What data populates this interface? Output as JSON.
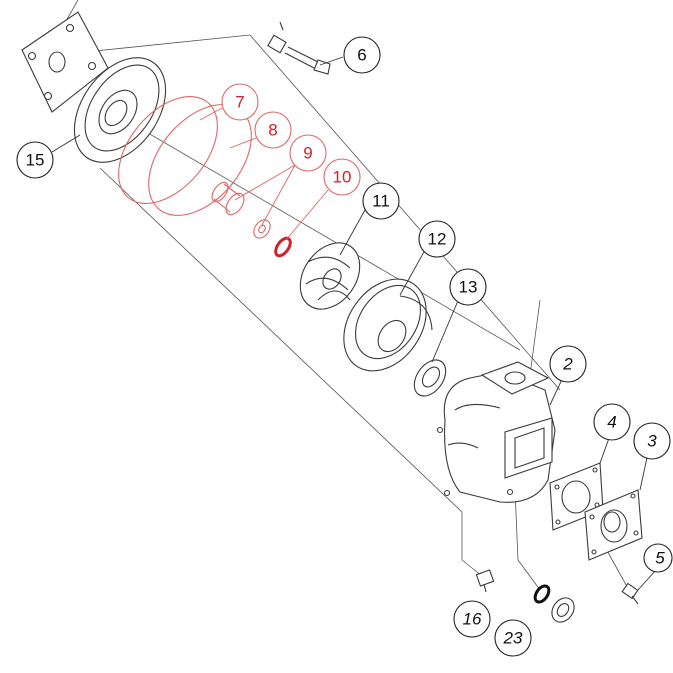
{
  "callouts": {
    "c2": "2",
    "c3": "3",
    "c4": "4",
    "c5": "5",
    "c6": "6",
    "c7": "7",
    "c8": "8",
    "c9": "9",
    "c10": "10",
    "c11": "11",
    "c12": "12",
    "c13": "13",
    "c15": "15",
    "c16": "16",
    "c23": "23"
  },
  "colors": {
    "highlight": "#d0202a",
    "highlight_light": "#e06666",
    "line": "#3a3a3a"
  }
}
